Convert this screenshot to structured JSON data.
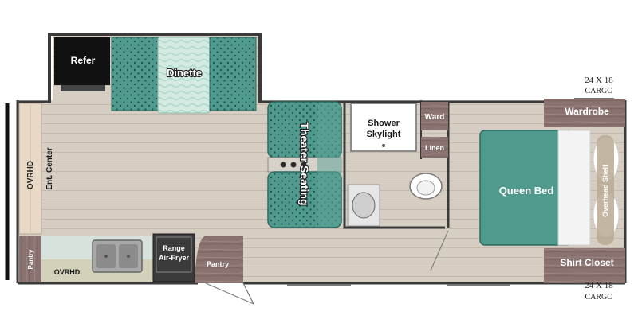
{
  "rooms": {
    "refer": "Refer",
    "dinette": "Dinette",
    "theater_seating": "Theater Seating",
    "shower_skylight_line1": "Shower",
    "shower_skylight_line2": "Skylight",
    "ward": "Ward",
    "linen": "Linen",
    "wardrobe": "Wardrobe",
    "queen_bed": "Queen Bed",
    "overhead_shelf": "Overhead Shelf",
    "shirt_closet": "Shirt Closet",
    "ovrhd_front": "OVRHD",
    "ent_center": "Ent. Center",
    "pantry_left": "Pantry",
    "ovrhd_kitchen": "OVRHD",
    "range_line1": "Range",
    "range_line2": "Air-Fryer",
    "pantry_door": "Pantry"
  },
  "cargo": {
    "top_dims": "24 X 18",
    "top_label": "CARGO",
    "bottom_dims": "24 X 18",
    "bottom_label": "CARGO"
  },
  "colors": {
    "floor": "#d6cdc3",
    "floor_line": "#c3b8ac",
    "wall": "#3a3a3a",
    "teal": "#4f9a8d",
    "teal_dark": "#2d6b62",
    "cabinet": "#8a7270",
    "counter": "#d8e2dc",
    "ent_wood": "#e7d9c6"
  }
}
